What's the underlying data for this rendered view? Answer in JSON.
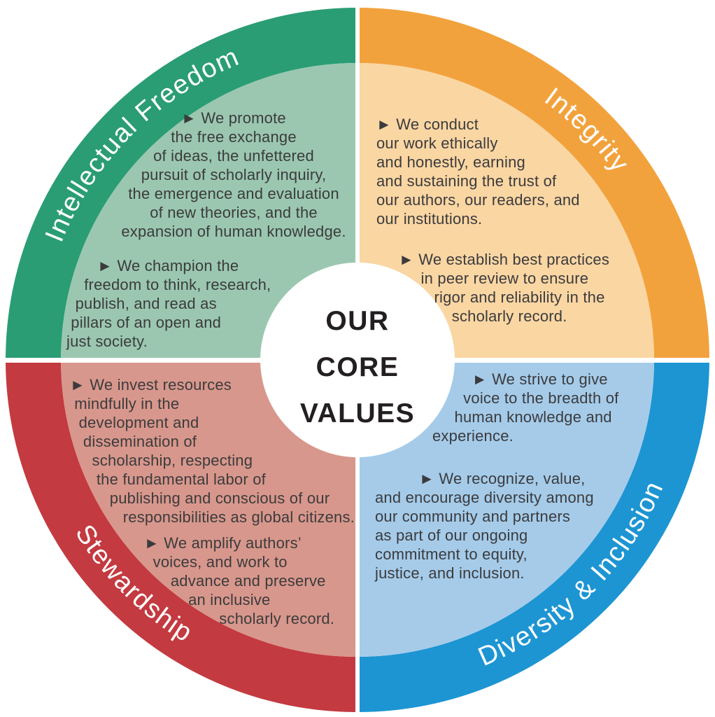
{
  "center": {
    "title": "OUR\nCORE\nVALUES"
  },
  "bullet_marker": "►",
  "quadrants": {
    "intellectual_freedom": {
      "label": "Intellectual Freedom",
      "ring_color": "#2A9D74",
      "fill_color": "#9BC7B0",
      "bullet1": "► We promote\nthe free exchange\nof ideas, the unfettered\npursuit of scholarly inquiry,\nthe emergence and evaluation\nof new theories, and the\nexpansion of human knowledge.",
      "bullet2": "       ► We champion the\n    freedom to think, research,\n  publish, and read as\n pillars of an open and\njust society."
    },
    "integrity": {
      "label": "Integrity",
      "ring_color": "#F2A23D",
      "fill_color": "#FAD6A3",
      "bullet1": "► We conduct\nour work ethically\nand honestly, earning\nand sustaining the trust of\nour authors, our readers, and\nour institutions.",
      "bullet2": "► We establish best practices\n     in peer review to ensure\n        rigor and reliability in the\n            scholarly record."
    },
    "stewardship": {
      "label": "Stewardship",
      "ring_color": "#C33A40",
      "fill_color": "#D8978C",
      "bullet1": "► We invest resources\n mindfully in the\n  development and\n   dissemination of\n     scholarship, respecting\n      the fundamental labor of\n         publishing and conscious of our\n            responsibilities as global citizens.",
      "bullet2": "► We amplify authors’\n  voices, and work to\n      advance and preserve\n          an inclusive\n                 scholarly record."
    },
    "diversity_inclusion": {
      "label": "Diversity & Inclusion",
      "ring_color": "#1D95D2",
      "fill_color": "#A5CBE9",
      "bullet1": "         ► We strive to give\n       voice to the breadth of\n     human knowledge and\nexperience.",
      "bullet2": "          ► We recognize, value,\nand encourage diversity among\nour community and partners\nas part of our ongoing\ncommitment to equity,\njustice, and inclusion."
    }
  }
}
